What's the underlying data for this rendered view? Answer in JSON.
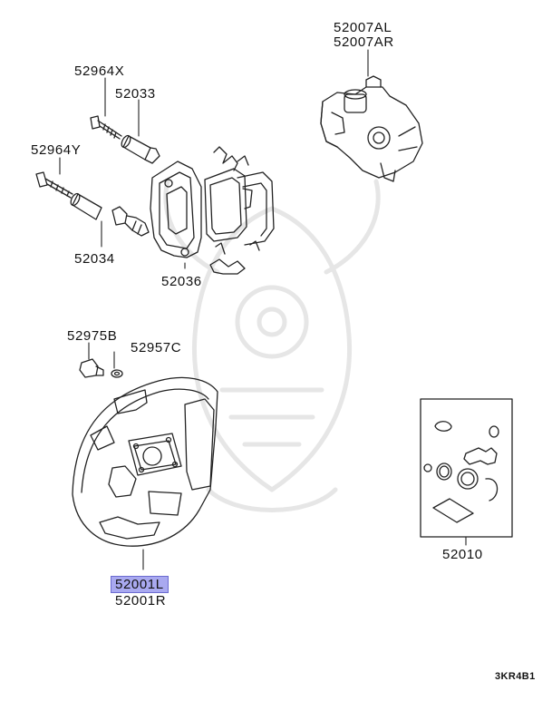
{
  "parts": {
    "p52007AL": "52007AL",
    "p52007AR": "52007AR",
    "p52964X": "52964X",
    "p52033": "52033",
    "p52964Y": "52964Y",
    "p52034": "52034",
    "p52036": "52036",
    "p52975B": "52975B",
    "p52957C": "52957C",
    "p52001L": "52001L",
    "p52001R": "52001R",
    "p52010": "52010"
  },
  "diagram_code": "3KR4B1",
  "colors": {
    "highlight": "#a9a9f0",
    "line": "#222222",
    "watermark": "#e9e9e9"
  }
}
